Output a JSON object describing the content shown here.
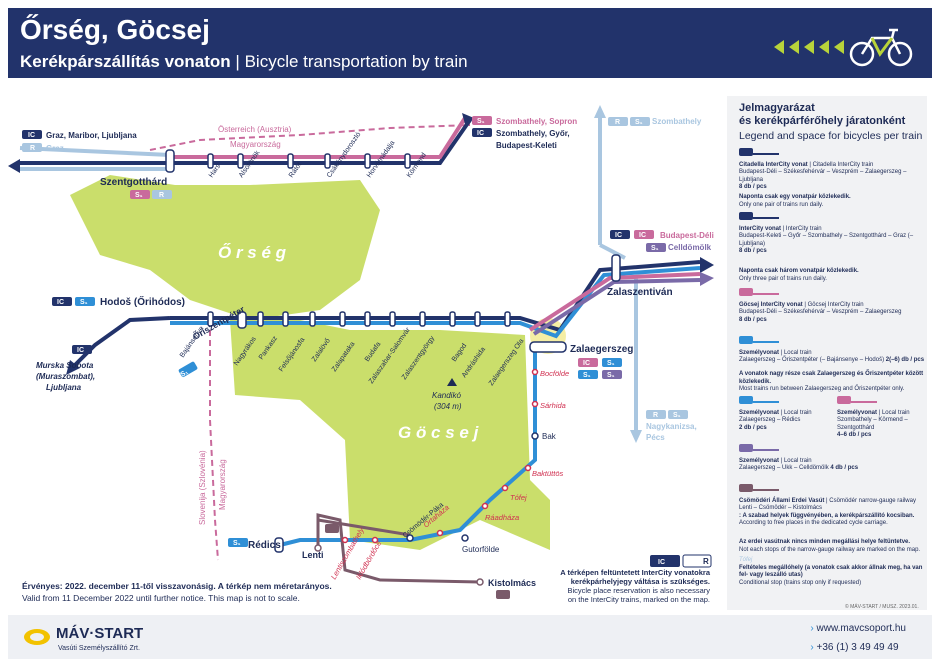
{
  "header": {
    "title": "Őrség, Göcsej",
    "subtitle_hu": "Kerékpárszállítás vonaton",
    "subtitle_sep": " | ",
    "subtitle_en": "Bicycle transportation by train",
    "accent_color": "#b8d33a"
  },
  "map": {
    "regions": {
      "orseg": "Ő r s é g",
      "gocsej": "G ö c s e j"
    },
    "border": {
      "at": "Österreich (Ausztria)",
      "hu": "Magyarország",
      "si": "Slovenija (Szlovénia)",
      "hu2": "Magyarország"
    },
    "peak": {
      "name": "Kandikó",
      "height": "(304 m)"
    },
    "hubs": {
      "szentgotthard": "Szentgotthárd",
      "hodos": "Hodoš (Őrihódos)",
      "zalaegerszeg": "Zalaegerszeg",
      "zalaszentivan": "Zalaszentiván",
      "redics": "Rédics",
      "lenti": "Lenti",
      "kistolmacs": "Kistolmács",
      "orisentpeter": "Őriszentpéter",
      "bak": "Bak",
      "gutorfolde": "Gutorfölde"
    },
    "stations_top": [
      "Hars",
      "Alsórönök",
      "Rátót",
      "Csákánydoroszló",
      "Horvátnádalja",
      "Körmend"
    ],
    "stations_mid": [
      "Bajánsenye",
      "Nagyrákos",
      "Pankasz",
      "Felsőjánosfa",
      "Zalalövő",
      "Zalapataka",
      "Budafa",
      "Zalaszabar-Salomvár",
      "Zalaszentgyörgy",
      "Bagod",
      "Andráshida",
      "Zalaegerszeg Ola"
    ],
    "stations_conditional": [
      "Bocfölde",
      "Sárhida",
      "Baktüttös",
      "Tófej",
      "Ráadháza",
      "Ortaháza",
      "Iklódbördőce",
      "Lentiszombathely"
    ],
    "narrow_gauge": [
      "Csömödér-Páka"
    ],
    "destinations": {
      "graz_maribor": "Graz, Maribor, Ljubljana",
      "graz": "Graz",
      "szombathely_sopron": "Szombathely, Sopron",
      "szombathely_gyor": "Szombathely, Győr,",
      "budapest_keleti": "Budapest-Keleti",
      "szombathely": "Szombathely",
      "budapest_deli": "Budapest-Déli",
      "celldomolk": "Celldömölk",
      "nagykanizsa": "Nagykanizsa,",
      "pecs": "Pécs",
      "murska": "Murska Sobota",
      "murska2": "(Muraszombat),",
      "ljubljana": "Ljubljana"
    },
    "badges": {
      "ic": "IC",
      "s": "S₁",
      "r": "R"
    },
    "colors": {
      "green": "#b8d33a",
      "navy": "#22336b",
      "blue": "#2f8fd6",
      "pink": "#c96a9c",
      "purple": "#7a6aa8",
      "lightblue": "#a9c6e0",
      "gray": "#9aa3b8",
      "brown": "#7a5a6a"
    }
  },
  "legend": {
    "title1": "Jelmagyarázat",
    "title2": "és kerékpárférőhely járatonként",
    "subtitle": "Legend and space for bicycles per train",
    "entries": [
      {
        "name": "Citadella InterCity vonat",
        "name_en": "Citadella InterCity train",
        "route": "Budapest-Déli – Székesfehérvár – Veszprém – Zalaegerszeg – Ljubljana",
        "cap": "8 db / pcs"
      },
      {
        "name": "Naponta csak egy vonatpár közlekedik.",
        "name_en": "Only one pair of trains run daily."
      },
      {
        "name": "InterCity vonat",
        "name_en": "InterCity train",
        "route": "Budapest-Keleti – Győr – Szombathely – Szentgotthárd – Graz (– Ljubljana)",
        "cap": "8 db / pcs"
      },
      {
        "name": "Naponta csak három vonatpár közlekedik.",
        "name_en": "Only three pair of trains run daily."
      },
      {
        "name": "Göcsej InterCity vonat",
        "name_en": "Göcsej InterCity train",
        "route": "Budapest-Déli – Székesfehérvár – Veszprém – Zalaegerszeg",
        "cap": "8 db / pcs"
      },
      {
        "name": "Személyvonat",
        "name_en": "Local train",
        "route": "Zalaegerszeg – Őriszentpéter (– Bajánsenye – Hodoš)",
        "cap": "2(–6) db / pcs"
      },
      {
        "name": "A vonatok nagy része csak Zalaegerszeg és Őriszentpéter között közlekedik.",
        "name_en": "Most trains run between Zalaegerszeg and Őriszentpéter only."
      },
      {
        "name": "Személyvonat",
        "name_en": "Local train",
        "route": "Zalaegerszeg – Rédics",
        "cap": "2 db / pcs"
      },
      {
        "name": "Személyvonat",
        "name_en": "Local train",
        "route": "Szombathely – Körmend – Szentgotthárd",
        "cap": "4–6 db / pcs"
      },
      {
        "name": "Személyvonat",
        "name_en": "Local train",
        "route": "Zalaegerszeg – Ukk – Celldömölk",
        "cap": "4 db / pcs"
      },
      {
        "name": "Csömödéri Állami Erdei Vasút",
        "name_en": "Csömödér narrow-gauge railway",
        "route": "Lenti – Csömödér – Kistolmács",
        "cap": ": A szabad helyek függvényében, a kerékpárszállító kocsiban.",
        "cap_en": "According to free places in the dedicated cycle carriage."
      },
      {
        "name": "Az erdei vasútnak nincs minden megállási helye feltüntetve.",
        "name_en": "Not each stops of the narrow-gauge railway are marked on the map."
      },
      {
        "name": "Feltételes megállóhely (a vonatok csak akkor állnak meg, ha van fel- vagy leszálló utas)",
        "name_en": "Conditional stop (trains stop only if requested)",
        "sample": "Tófej"
      }
    ]
  },
  "validity": {
    "hu": "Érvényes: 2022. december 11-től visszavonásig. A térkép nem méretarányos.",
    "en": "Valid from 11 December 2022 until further notice. This map is not to scale."
  },
  "note": {
    "line1": "A térképen feltüntetett InterCity vonatokra",
    "line2": "kerékpárhelyjegy váltása is szükséges.",
    "line3": "Bicycle place reservation is also necessary",
    "line4": "on the InterCity trains, marked on the map."
  },
  "copyright": "© MÁV-START / MUSZ. 2023.01.",
  "footer": {
    "logo": "MÁV·START",
    "logo_sub": "Vasúti Személyszállító Zrt.",
    "url": "www.mavcsoport.hu",
    "phone": "+36 (1) 3 49 49 49"
  }
}
